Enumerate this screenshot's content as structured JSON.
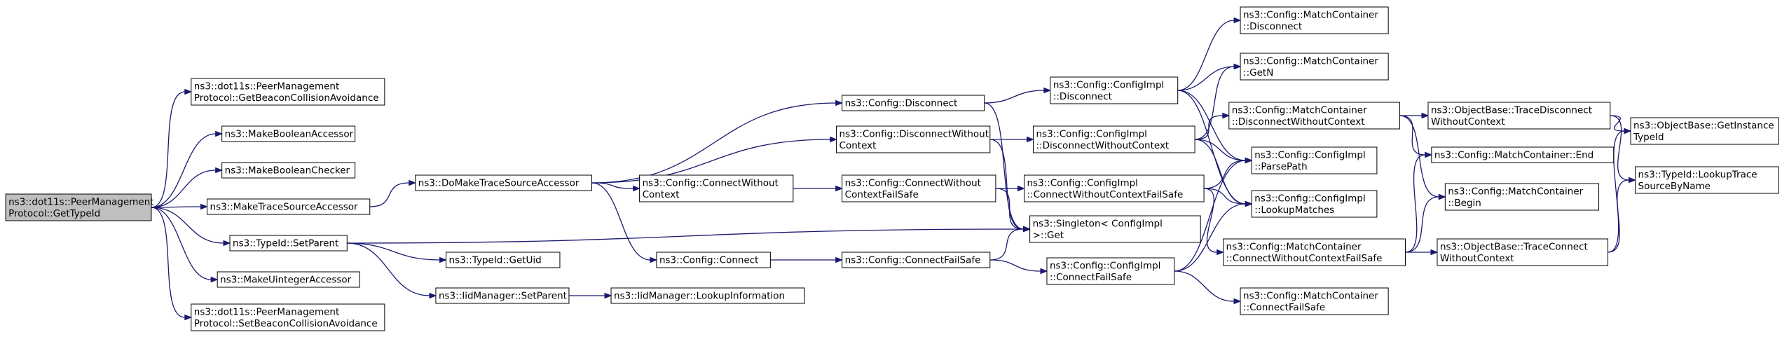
{
  "nodes": [
    {
      "id": "root",
      "lines": [
        "ns3::dot11s::PeerManagement",
        "Protocol::GetTypeId"
      ],
      "root": true
    },
    {
      "id": "getbeacon",
      "lines": [
        "ns3::dot11s::PeerManagement",
        "Protocol::GetBeaconCollisionAvoidance"
      ]
    },
    {
      "id": "mkboolacc",
      "lines": [
        "ns3::MakeBooleanAccessor"
      ]
    },
    {
      "id": "mkboolchk",
      "lines": [
        "ns3::MakeBooleanChecker"
      ]
    },
    {
      "id": "mktrace",
      "lines": [
        "ns3::MakeTraceSourceAccessor"
      ]
    },
    {
      "id": "setparent",
      "lines": [
        "ns3::TypeId::SetParent"
      ]
    },
    {
      "id": "mkuint",
      "lines": [
        "ns3::MakeUintegerAccessor"
      ]
    },
    {
      "id": "setbeacon",
      "lines": [
        "ns3::dot11s::PeerManagement",
        "Protocol::SetBeaconCollisionAvoidance"
      ]
    },
    {
      "id": "domake",
      "lines": [
        "ns3::DoMakeTraceSourceAccessor"
      ]
    },
    {
      "id": "getuid",
      "lines": [
        "ns3::TypeId::GetUid"
      ]
    },
    {
      "id": "iidsetparent",
      "lines": [
        "ns3::IidManager::SetParent"
      ]
    },
    {
      "id": "lookupinfo",
      "lines": [
        "ns3::IidManager::LookupInformation"
      ]
    },
    {
      "id": "cfgdisconnect",
      "lines": [
        "ns3::Config::Disconnect"
      ]
    },
    {
      "id": "cfgdiscwoc",
      "lines": [
        "ns3::Config::DisconnectWithout",
        "Context"
      ]
    },
    {
      "id": "cfgconnwoc",
      "lines": [
        "ns3::Config::ConnectWithout",
        "Context"
      ]
    },
    {
      "id": "cfgconnect",
      "lines": [
        "ns3::Config::Connect"
      ]
    },
    {
      "id": "cfgconnwocfs",
      "lines": [
        "ns3::Config::ConnectWithout",
        "ContextFailSafe"
      ]
    },
    {
      "id": "cfgconnfs",
      "lines": [
        "ns3::Config::ConnectFailSafe"
      ]
    },
    {
      "id": "implDisconnect",
      "lines": [
        "ns3::Config::ConfigImpl",
        "::Disconnect"
      ]
    },
    {
      "id": "implDiscWoc",
      "lines": [
        "ns3::Config::ConfigImpl",
        "::DisconnectWithoutContext"
      ]
    },
    {
      "id": "implConnWocFs",
      "lines": [
        "ns3::Config::ConfigImpl",
        "::ConnectWithoutContextFailSafe"
      ]
    },
    {
      "id": "singleton",
      "lines": [
        "ns3::Singleton< ConfigImpl",
        " >::Get"
      ]
    },
    {
      "id": "implConnFs",
      "lines": [
        "ns3::Config::ConfigImpl",
        "::ConnectFailSafe"
      ]
    },
    {
      "id": "mcDisconnect",
      "lines": [
        "ns3::Config::MatchContainer",
        "::Disconnect"
      ]
    },
    {
      "id": "mcGetN",
      "lines": [
        "ns3::Config::MatchContainer",
        "::GetN"
      ]
    },
    {
      "id": "mcDiscWoc",
      "lines": [
        "ns3::Config::MatchContainer",
        "::DisconnectWithoutContext"
      ]
    },
    {
      "id": "parsepath",
      "lines": [
        "ns3::Config::ConfigImpl",
        "::ParsePath"
      ]
    },
    {
      "id": "lookupmatches",
      "lines": [
        "ns3::Config::ConfigImpl",
        "::LookupMatches"
      ]
    },
    {
      "id": "mcConnWocFs",
      "lines": [
        "ns3::Config::MatchContainer",
        "::ConnectWithoutContextFailSafe"
      ]
    },
    {
      "id": "mcConnFs",
      "lines": [
        "ns3::Config::MatchContainer",
        "::ConnectFailSafe"
      ]
    },
    {
      "id": "obTraceDisc",
      "lines": [
        "ns3::ObjectBase::TraceDisconnect",
        "WithoutContext"
      ]
    },
    {
      "id": "mcEnd",
      "lines": [
        "ns3::Config::MatchContainer::End"
      ]
    },
    {
      "id": "mcBegin",
      "lines": [
        "ns3::Config::MatchContainer",
        "::Begin"
      ]
    },
    {
      "id": "obTraceConn",
      "lines": [
        "ns3::ObjectBase::TraceConnect",
        "WithoutContext"
      ]
    },
    {
      "id": "obGetInst",
      "lines": [
        "ns3::ObjectBase::GetInstance",
        "TypeId"
      ]
    },
    {
      "id": "lookupTrace",
      "lines": [
        "ns3::TypeId::LookupTrace",
        "SourceByName"
      ]
    }
  ],
  "edges": [
    [
      "root",
      "getbeacon"
    ],
    [
      "root",
      "mkboolacc"
    ],
    [
      "root",
      "mkboolchk"
    ],
    [
      "root",
      "mktrace"
    ],
    [
      "root",
      "setparent"
    ],
    [
      "root",
      "mkuint"
    ],
    [
      "root",
      "setbeacon"
    ],
    [
      "mktrace",
      "domake"
    ],
    [
      "setparent",
      "singleton"
    ],
    [
      "setparent",
      "getuid"
    ],
    [
      "setparent",
      "iidsetparent"
    ],
    [
      "iidsetparent",
      "lookupinfo"
    ],
    [
      "domake",
      "cfgdisconnect"
    ],
    [
      "domake",
      "cfgdiscwoc"
    ],
    [
      "domake",
      "cfgconnwoc"
    ],
    [
      "domake",
      "cfgconnect"
    ],
    [
      "cfgdisconnect",
      "implDisconnect"
    ],
    [
      "cfgdisconnect",
      "singleton"
    ],
    [
      "cfgdiscwoc",
      "implDiscWoc"
    ],
    [
      "cfgdiscwoc",
      "singleton"
    ],
    [
      "cfgconnwoc",
      "cfgconnwocfs"
    ],
    [
      "cfgconnect",
      "cfgconnfs"
    ],
    [
      "cfgconnwocfs",
      "implConnWocFs"
    ],
    [
      "cfgconnwocfs",
      "singleton"
    ],
    [
      "cfgconnfs",
      "implConnFs"
    ],
    [
      "cfgconnfs",
      "singleton"
    ],
    [
      "implDisconnect",
      "mcDisconnect"
    ],
    [
      "implDisconnect",
      "mcGetN"
    ],
    [
      "implDisconnect",
      "parsepath"
    ],
    [
      "implDisconnect",
      "lookupmatches"
    ],
    [
      "implDiscWoc",
      "mcGetN"
    ],
    [
      "implDiscWoc",
      "mcDiscWoc"
    ],
    [
      "implDiscWoc",
      "parsepath"
    ],
    [
      "implDiscWoc",
      "lookupmatches"
    ],
    [
      "implConnWocFs",
      "parsepath"
    ],
    [
      "implConnWocFs",
      "lookupmatches"
    ],
    [
      "implConnWocFs",
      "mcConnWocFs"
    ],
    [
      "implConnFs",
      "parsepath"
    ],
    [
      "implConnFs",
      "lookupmatches"
    ],
    [
      "implConnFs",
      "mcConnFs"
    ],
    [
      "mcDiscWoc",
      "obTraceDisc"
    ],
    [
      "mcDiscWoc",
      "mcEnd"
    ],
    [
      "mcDiscWoc",
      "mcBegin"
    ],
    [
      "mcConnWocFs",
      "mcEnd"
    ],
    [
      "mcConnWocFs",
      "mcBegin"
    ],
    [
      "mcConnWocFs",
      "obTraceConn"
    ],
    [
      "obTraceDisc",
      "obGetInst"
    ],
    [
      "obTraceDisc",
      "lookupTrace"
    ],
    [
      "obTraceConn",
      "obGetInst"
    ],
    [
      "obTraceConn",
      "lookupTrace"
    ]
  ]
}
